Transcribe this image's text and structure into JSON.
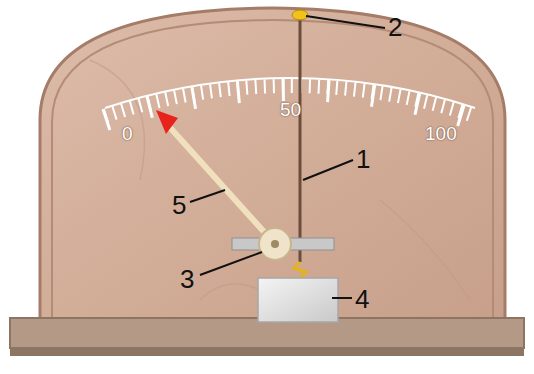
{
  "diagram": {
    "labels": [
      "0",
      "50",
      "100",
      "1",
      "2",
      "3",
      "4",
      "5"
    ]
  }
}
